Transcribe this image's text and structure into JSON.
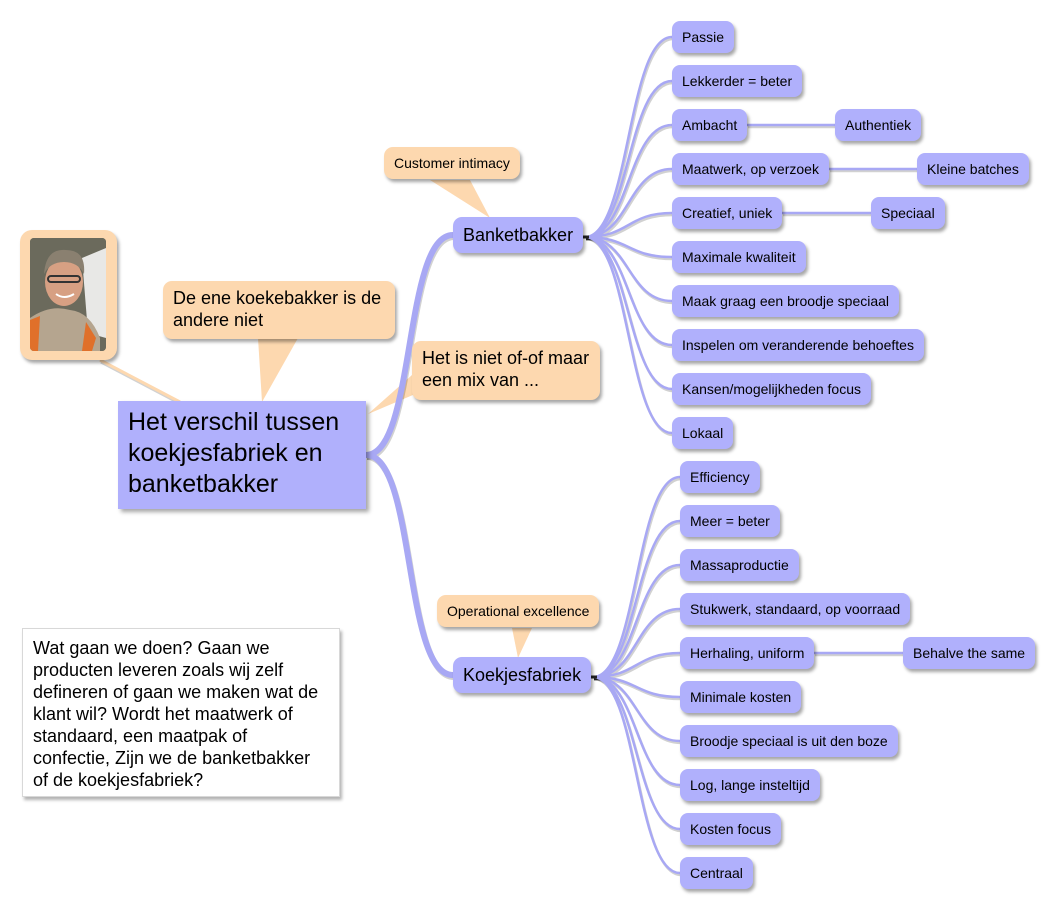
{
  "central": {
    "label": "Het verschil tussen koekjesfabriek en banketbakker"
  },
  "photo": {
    "description": "portrait-photo"
  },
  "callouts": {
    "koekebakker": "De ene koekebakker is de andere niet",
    "mix": "Het is niet of-of maar een mix van ...",
    "customer_intimacy": "Customer intimacy",
    "operational_excellence": "Operational excellence"
  },
  "note": {
    "text": "Wat gaan we doen? Gaan we producten leveren zoals wij zelf defineren of gaan we maken wat de klant wil? Wordt het maatwerk of standaard, een maatpak of confectie, Zijn we de banketbakker of de koekjesfabriek?"
  },
  "branches": {
    "banketbakker": {
      "label": "Banketbakker",
      "children": [
        {
          "label": "Passie"
        },
        {
          "label": "Lekkerder = beter"
        },
        {
          "label": "Ambacht",
          "child": "Authentiek"
        },
        {
          "label": "Maatwerk, op verzoek",
          "child": "Kleine batches"
        },
        {
          "label": "Creatief, uniek",
          "child": "Speciaal"
        },
        {
          "label": "Maximale kwaliteit"
        },
        {
          "label": "Maak graag een broodje speciaal"
        },
        {
          "label": "Inspelen om veranderende behoeftes"
        },
        {
          "label": "Kansen/mogelijkheden focus"
        },
        {
          "label": "Lokaal"
        }
      ]
    },
    "koekjesfabriek": {
      "label": "Koekjesfabriek",
      "children": [
        {
          "label": "Efficiency"
        },
        {
          "label": "Meer = beter"
        },
        {
          "label": "Massaproductie"
        },
        {
          "label": "Stukwerk, standaard, op voorraad"
        },
        {
          "label": "Herhaling, uniform",
          "child": "Behalve the same"
        },
        {
          "label": "Minimale kosten"
        },
        {
          "label": "Broodje speciaal is uit den boze"
        },
        {
          "label": "Log, lange insteltijd"
        },
        {
          "label": "Kosten focus"
        },
        {
          "label": "Centraal"
        }
      ]
    }
  },
  "colors": {
    "node": "#b0b0fc",
    "callout": "#fdd8af",
    "link": "#a8a8f4"
  }
}
